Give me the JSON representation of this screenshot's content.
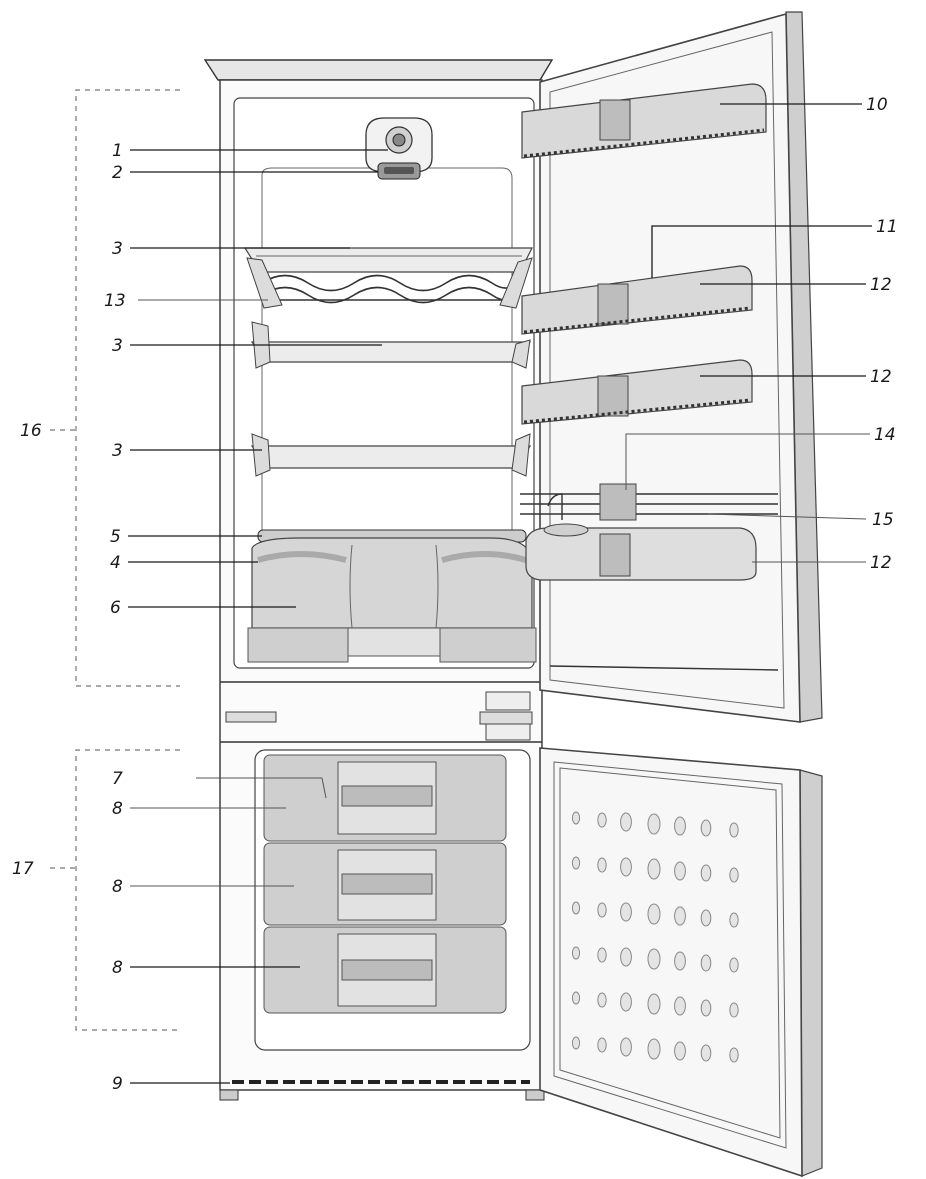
{
  "figure": {
    "callouts": [
      {
        "id": "c1",
        "label": "1"
      },
      {
        "id": "c2",
        "label": "2"
      },
      {
        "id": "c3a",
        "label": "3"
      },
      {
        "id": "c13",
        "label": "13"
      },
      {
        "id": "c3b",
        "label": "3"
      },
      {
        "id": "c3c",
        "label": "3"
      },
      {
        "id": "c5",
        "label": "5"
      },
      {
        "id": "c4",
        "label": "4"
      },
      {
        "id": "c6",
        "label": "6"
      },
      {
        "id": "c16",
        "label": "16"
      },
      {
        "id": "c10",
        "label": "10"
      },
      {
        "id": "c11",
        "label": "11"
      },
      {
        "id": "c12a",
        "label": "12"
      },
      {
        "id": "c12b",
        "label": "12"
      },
      {
        "id": "c14",
        "label": "14"
      },
      {
        "id": "c15",
        "label": "15"
      },
      {
        "id": "c12c",
        "label": "12"
      },
      {
        "id": "c7",
        "label": "7"
      },
      {
        "id": "c8a",
        "label": "8"
      },
      {
        "id": "c17",
        "label": "17"
      },
      {
        "id": "c8b",
        "label": "8"
      },
      {
        "id": "c8c",
        "label": "8"
      },
      {
        "id": "c9",
        "label": "9"
      }
    ]
  }
}
